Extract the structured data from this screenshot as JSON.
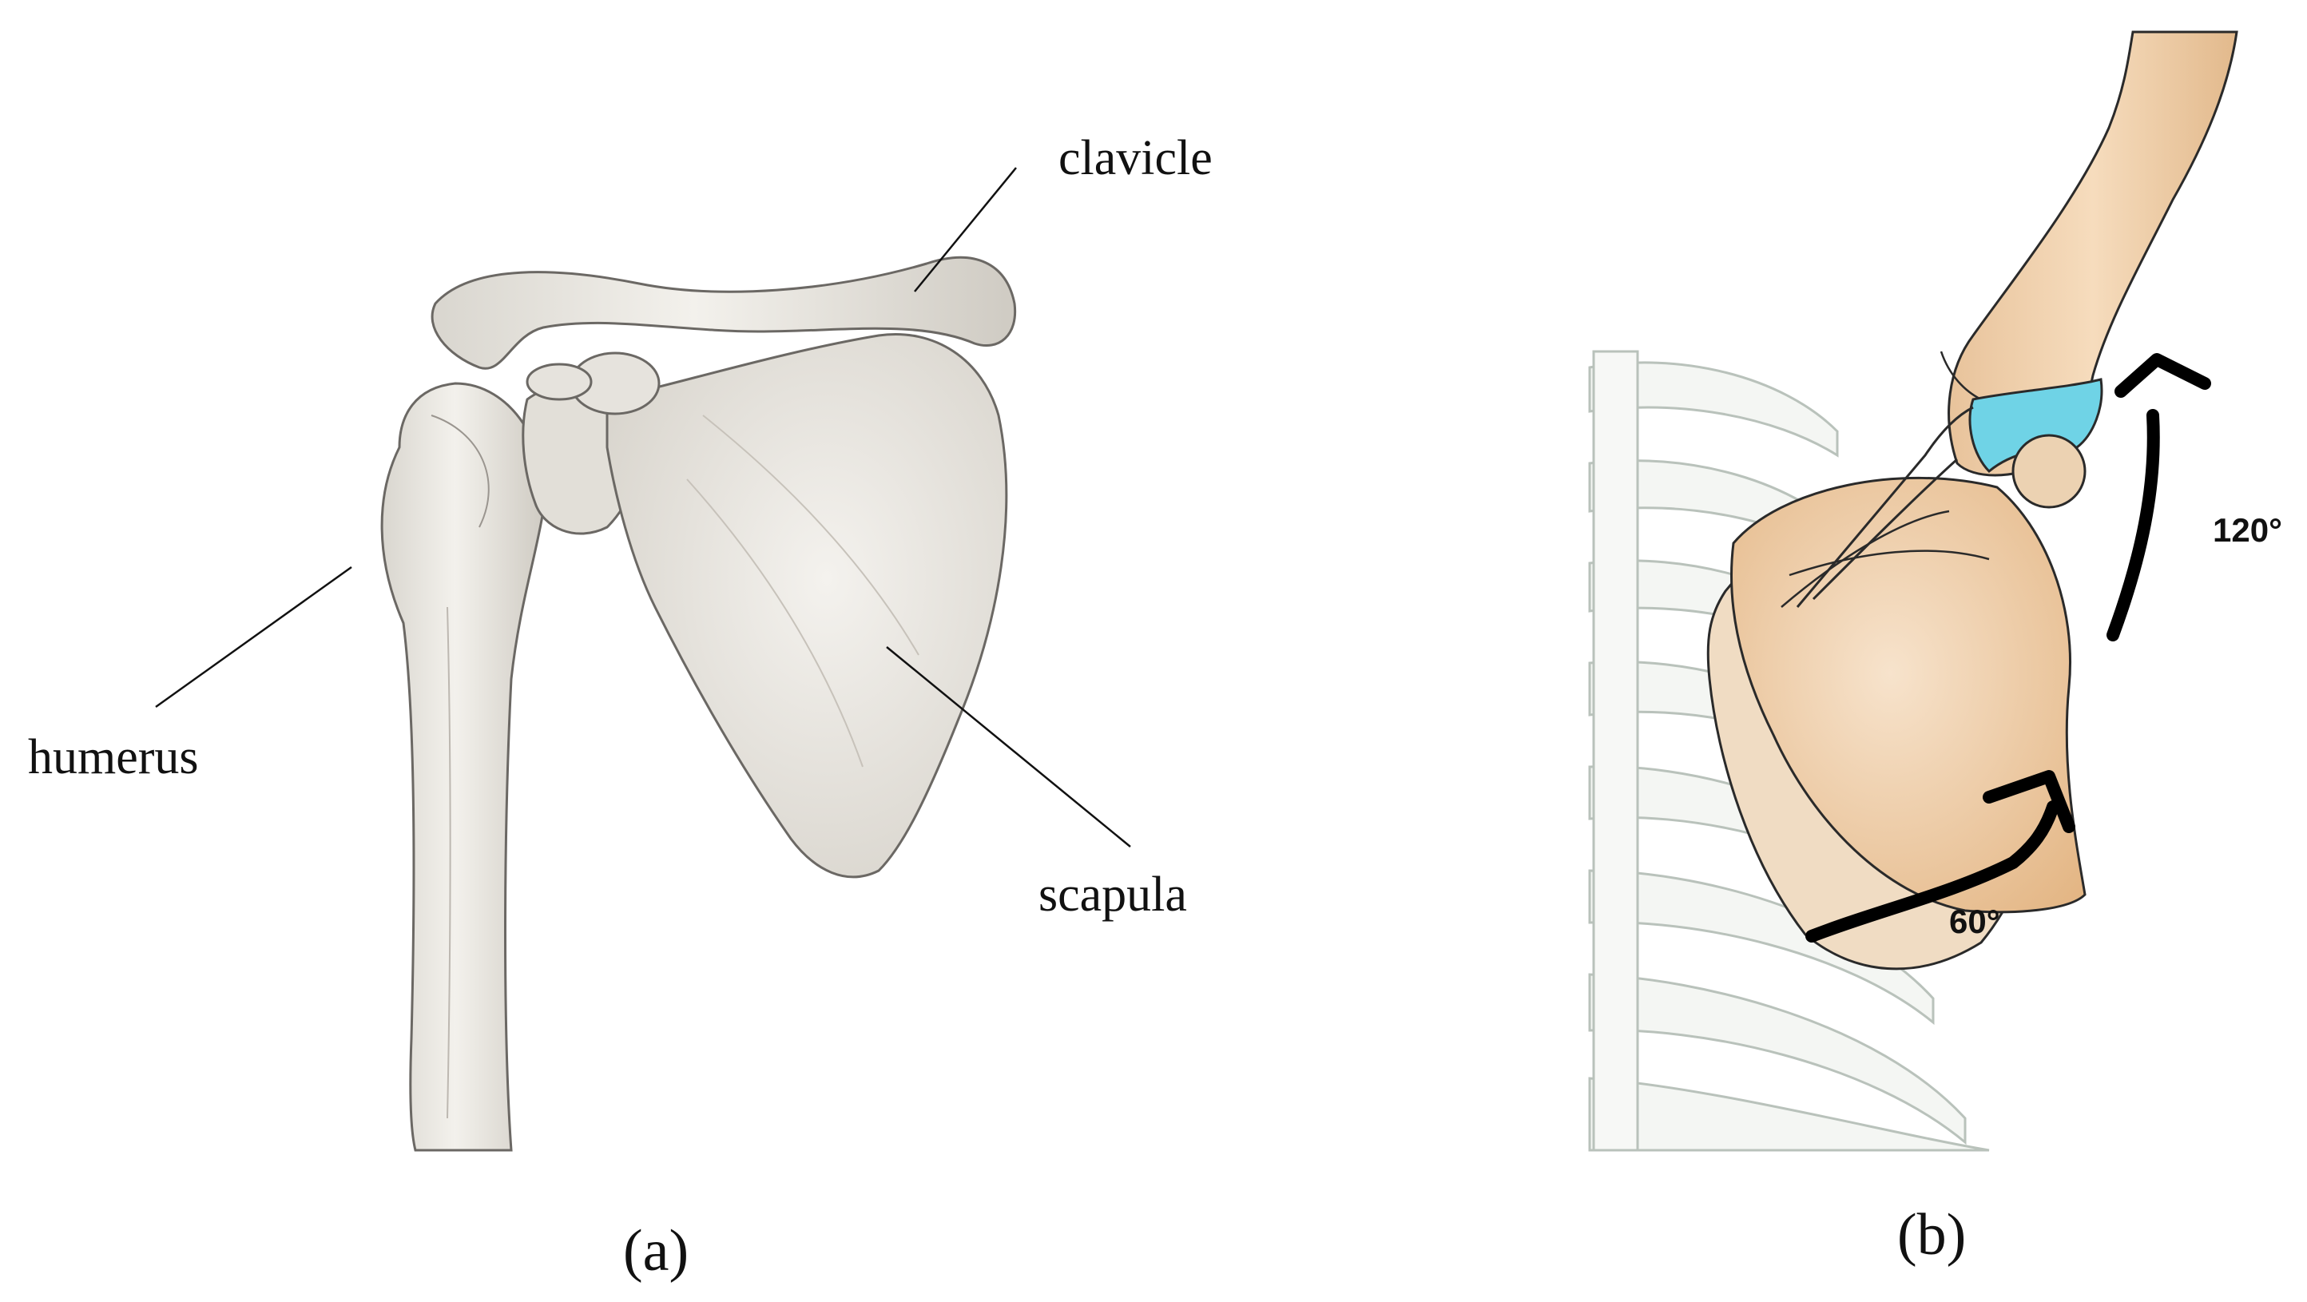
{
  "panel_a": {
    "caption": "(a)",
    "labels": {
      "clavicle": "clavicle",
      "humerus": "humerus",
      "scapula": "scapula"
    }
  },
  "panel_b": {
    "caption": "(b)",
    "angles": {
      "upper": "120°",
      "lower": "60°"
    }
  },
  "colors": {
    "bone_gray": "#e7e5e0",
    "bone_outline": "#6b6864",
    "bone_tan": "#e9c29a",
    "bone_tan_light": "#f2dcc2",
    "cartilage_blue": "#6fd3e6",
    "rib_outline": "#b9c2bb",
    "arrow": "#000000"
  }
}
